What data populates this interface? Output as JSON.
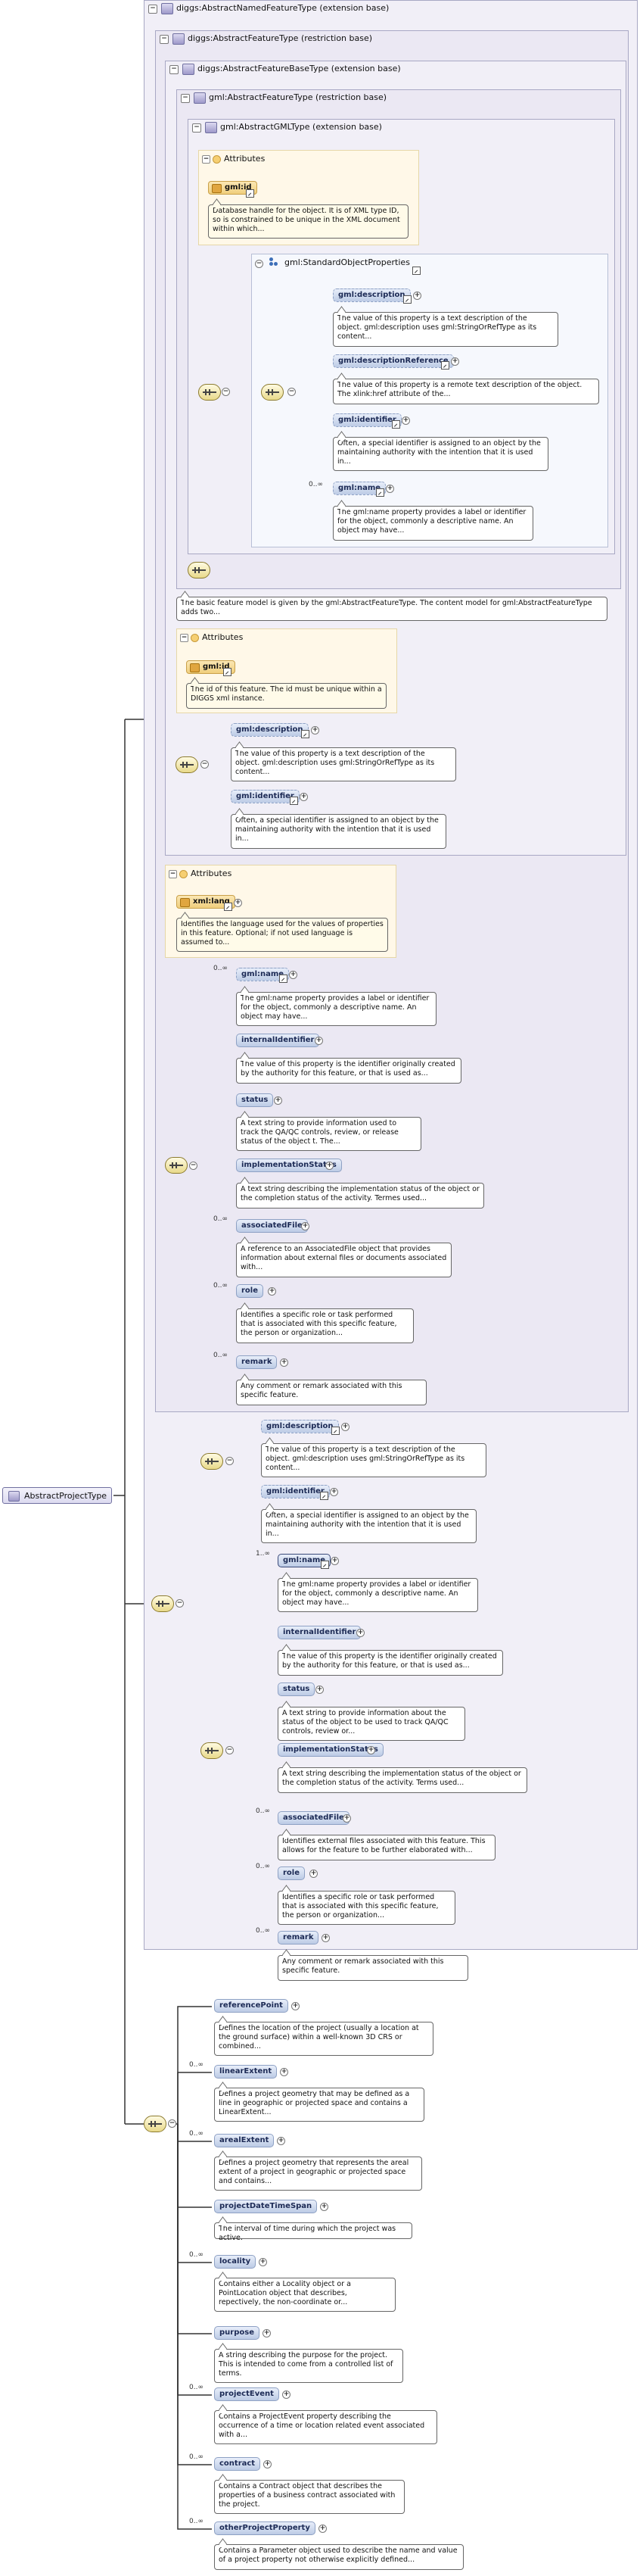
{
  "root_type": "AbstractProjectType",
  "bases": [
    {
      "title": "diggs:AbstractNamedFeatureType (extension base)"
    },
    {
      "title": "diggs:AbstractFeatureType (restriction base)"
    },
    {
      "title": "diggs:AbstractFeatureBaseType (extension base)"
    },
    {
      "title": "gml:AbstractFeatureType (restriction base)"
    },
    {
      "title": "gml:AbstractGMLType (extension base)"
    }
  ],
  "attributes_label": "Attributes",
  "gml_attr": {
    "name": "gml:id",
    "doc": "Database handle for the object. It is of XML type ID, so is constrained to be unique in the XML document within which..."
  },
  "std_group": {
    "title": "gml:StandardObjectProperties",
    "items": [
      {
        "name": "gml:description",
        "doc": "The value of this property is a text description of the object. gml:description uses gml:StringOrRefType as its content..."
      },
      {
        "name": "gml:descriptionReference",
        "doc": "The value of this property is a remote text description of the object. The xlink:href attribute of the..."
      },
      {
        "name": "gml:identifier",
        "doc": "Often, a special identifier is assigned to an object by the maintaining authority with the intention that it is used in..."
      },
      {
        "name": "gml:name",
        "card": "0..∞",
        "doc": "The gml:name property provides a label or identifier for the object, commonly a descriptive name. An object may have..."
      }
    ]
  },
  "feature_base_doc": "The basic feature model is given by the gml:AbstractFeatureType. The content model for gml:AbstractFeatureType adds two...",
  "fb_attr": {
    "name": "gml:id",
    "doc": "The id of this feature. The id must be unique within a DIGGS xml instance."
  },
  "fb_items": [
    {
      "name": "gml:description",
      "doc": "The value of this property is a text description of the object. gml:description uses gml:StringOrRefType as its content..."
    },
    {
      "name": "gml:identifier",
      "doc": "Often, a special identifier is assigned to an object by the maintaining authority with the intention that it is used in..."
    }
  ],
  "lang_attr": {
    "name": "xml:lang",
    "doc": "Identifies the language used for the values of properties in this feature. Optional; if not used language is assumed to..."
  },
  "named_items": [
    {
      "name": "gml:name",
      "card": "0..∞",
      "doc": "The gml:name property provides a label or identifier for the object, commonly a descriptive name. An object may have..."
    },
    {
      "name": "internalIdentifier",
      "doc": "The value of this property is the identifier originally created by the authority for this feature, or that is used as..."
    },
    {
      "name": "status",
      "doc": "A text string to provide information used to track the QA/QC controls, review, or release status of the object t. The..."
    },
    {
      "name": "implementationStatus",
      "doc": "A text string describing the implementation status of the object or the completion status of the activity. Termes used..."
    },
    {
      "name": "associatedFile",
      "card": "0..∞",
      "doc": "A reference to an AssociatedFile object that provides information about external files or documents associated with..."
    },
    {
      "name": "role",
      "card": "0..∞",
      "doc": "Identifies a specific role or task performed that is associated with this specific feature, the person or organization..."
    },
    {
      "name": "remark",
      "card": "0..∞",
      "doc": "Any comment or remark associated with this specific feature."
    }
  ],
  "ext_top_items": [
    {
      "name": "gml:description",
      "doc": "The value of this property is a text description of the object. gml:description uses gml:StringOrRefType as its content..."
    },
    {
      "name": "gml:identifier",
      "doc": "Often, a special identifier is assigned to an object by the maintaining authority with the intention that it is used in..."
    }
  ],
  "ext_items": [
    {
      "name": "gml:name",
      "card": "1..∞",
      "doc": "The gml:name property provides a label or identifier for the object, commonly a descriptive name. An object may have..."
    },
    {
      "name": "internalIdentifier",
      "doc": "The value of this property is the identifier originally created by the authority for this feature, or that is used as..."
    },
    {
      "name": "status",
      "doc": "A text string to provide information about the status of the object to be used to track QA/QC controls, review or..."
    },
    {
      "name": "implementationStatus",
      "doc": "A text string describing the implementation status of the object or the completion status of the activity. Terms used..."
    },
    {
      "name": "associatedFile",
      "card": "0..∞",
      "doc": "Identifies external files associated with this feature. This allows for the feature to be further elaborated with..."
    },
    {
      "name": "role",
      "card": "0..∞",
      "doc": "Identifies a specific role or task performed that is associated with this specific feature, the person or organization..."
    },
    {
      "name": "remark",
      "card": "0..∞",
      "doc": "Any comment or remark associated with this specific feature."
    }
  ],
  "project_items": [
    {
      "name": "referencePoint",
      "doc": "Defines the location of the project (usually a location at the ground surface) within a well-known 3D CRS or combined..."
    },
    {
      "name": "linearExtent",
      "card": "0..∞",
      "doc": "Defines a project geometry that may be defined as a line in geographic or projected space and contains a LinearExtent..."
    },
    {
      "name": "arealExtent",
      "card": "0..∞",
      "doc": "Defines a project geometry that represents the areal extent of a project in geographic or projected space and contains..."
    },
    {
      "name": "projectDateTimeSpan",
      "doc": "The interval of time during which the project was active."
    },
    {
      "name": "locality",
      "card": "0..∞",
      "doc": "Contains either a Locality object or a PointLocation object that describes, repectively, the non-coordinate or..."
    },
    {
      "name": "purpose",
      "doc": "A string describing the purpose for the project. This is intended to come from a controlled list of terms."
    },
    {
      "name": "projectEvent",
      "card": "0..∞",
      "doc": "Contains a ProjectEvent property describing the occurrence of a time or location related event associated with a..."
    },
    {
      "name": "contract",
      "card": "0..∞",
      "doc": "Contains a Contract object that describes the properties of a business contract associated with the project."
    },
    {
      "name": "otherProjectProperty",
      "card": "0..∞",
      "doc": "Contains a Parameter object used to describe the name and value of a project property not otherwise explicitly defined..."
    }
  ],
  "colors": {
    "ext_bg": "#f1eff7",
    "element_pill": "#bccbe5",
    "attr_pill": "#f0cf7d",
    "doc_border": "#666666"
  }
}
